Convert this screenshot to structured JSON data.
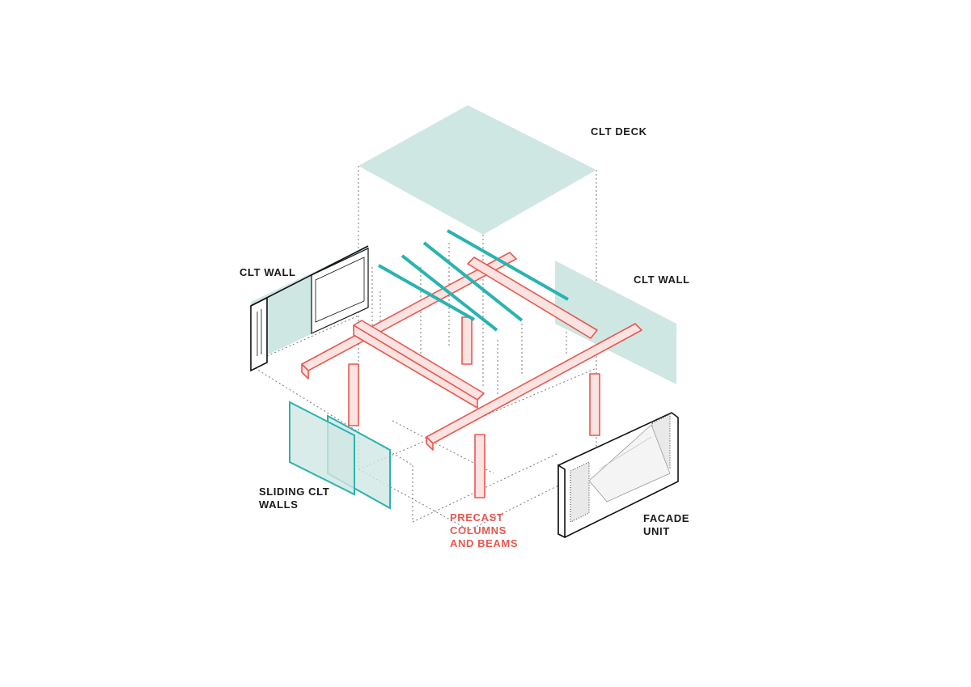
{
  "labels": {
    "clt_deck": "CLT DECK",
    "clt_wall_left": "CLT WALL",
    "clt_wall_right": "CLT WALL",
    "sliding_walls": [
      "SLIDING CLT",
      "WALLS"
    ],
    "precast": [
      "PRECAST",
      "COLUMNS",
      "AND BEAMS"
    ],
    "facade": [
      "FACADE",
      "UNIT"
    ]
  },
  "colors": {
    "clt": "#cfe7e3",
    "clt_edge": "#2ab3b0",
    "precast": "#e8584f",
    "precast_fill": "#fbe3e1",
    "line": "#111111",
    "guide": "#777777"
  }
}
